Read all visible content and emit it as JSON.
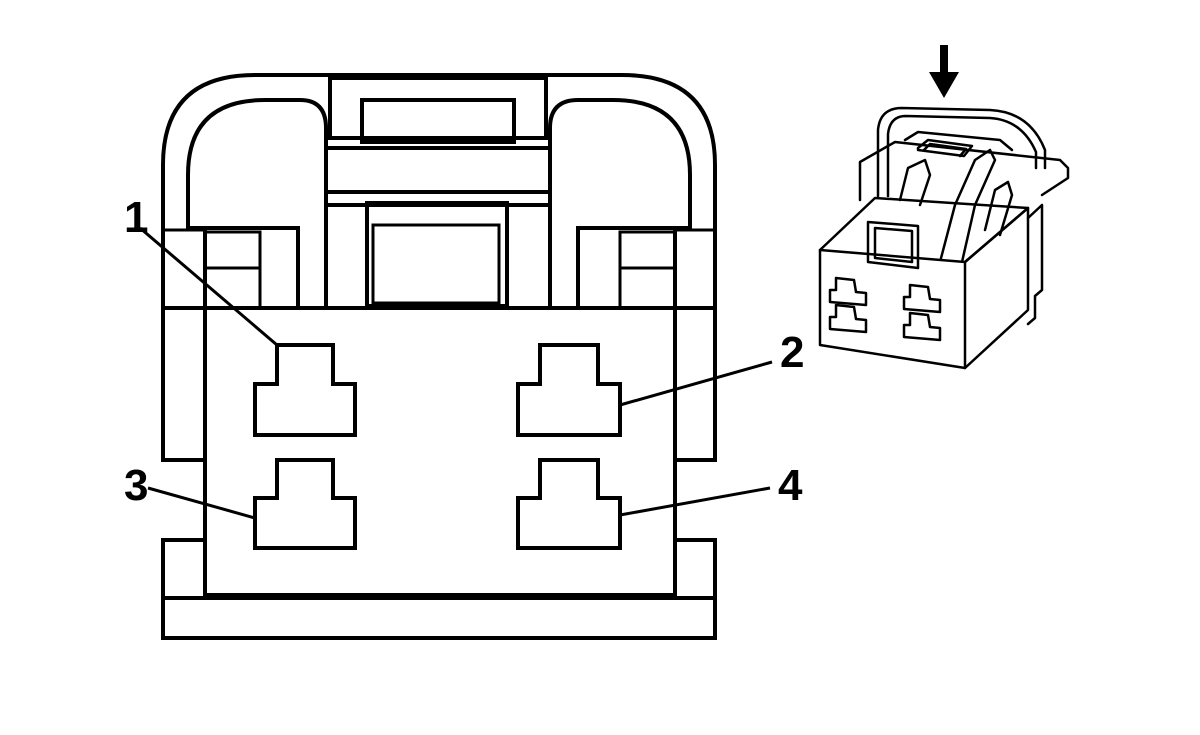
{
  "diagram": {
    "pin_labels": [
      {
        "id": "1",
        "text": "1"
      },
      {
        "id": "2",
        "text": "2"
      },
      {
        "id": "3",
        "text": "3"
      },
      {
        "id": "4",
        "text": "4"
      }
    ],
    "colors": {
      "line": "#000000",
      "background": "#ffffff"
    },
    "icons": {
      "insert_arrow": "arrow-down-icon"
    }
  }
}
